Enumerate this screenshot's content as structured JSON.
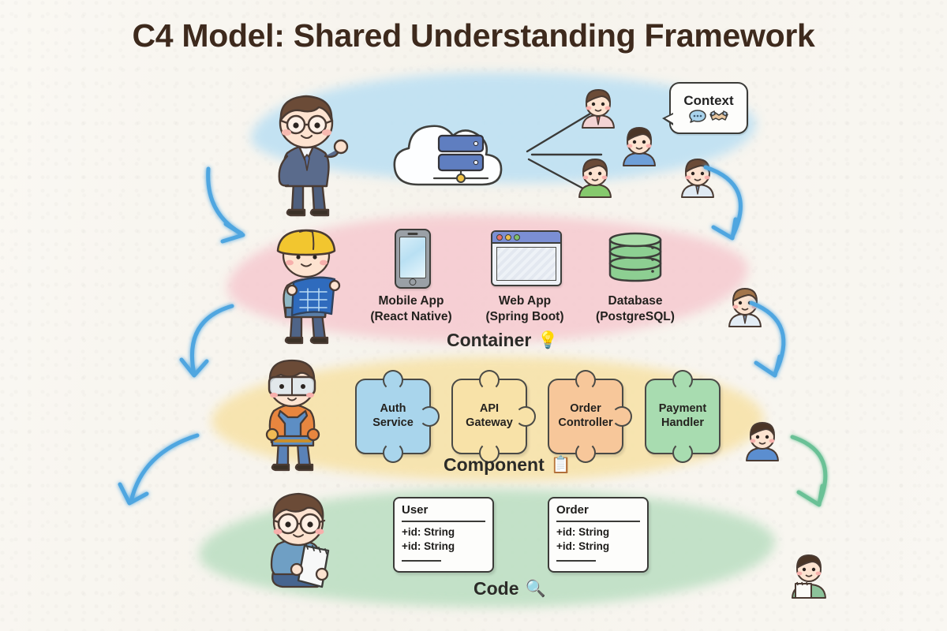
{
  "page": {
    "title": "C4 Model: Shared Understanding Framework",
    "background_color": "#f8f6f1",
    "title_color": "#3e2a1d"
  },
  "layers": [
    {
      "id": "context",
      "caption": "Context",
      "caption_emoji": "",
      "band_color": "#bfe1f3",
      "character": "businessman-suit-glasses",
      "bubble": {
        "label": "Context",
        "icons": [
          "speech-bubble-icon",
          "handshake-icon"
        ]
      },
      "nodes": [
        {
          "name": "cloud-system-icon",
          "label": ""
        }
      ],
      "users": [
        "user-avatar-red-tie",
        "user-avatar-blue-shirt",
        "user-avatar-green-shirt"
      ]
    },
    {
      "id": "container",
      "caption": "Container",
      "caption_emoji": "💡",
      "band_color": "#f6cdd2",
      "character": "architect-hardhat-blueprint",
      "nodes": [
        {
          "icon": "mobile-phone-icon",
          "label": "Mobile App",
          "sublabel": "(React Native)"
        },
        {
          "icon": "browser-window-icon",
          "label": "Web App",
          "sublabel": "(Spring Boot)"
        },
        {
          "icon": "database-cylinder-icon",
          "label": "Database",
          "sublabel": "(PostgreSQL)"
        }
      ]
    },
    {
      "id": "component",
      "caption": "Component",
      "caption_emoji": "📋",
      "band_color": "#f7e3ab",
      "character": "engineer-goggles-overalls",
      "nodes": [
        {
          "line1": "Auth",
          "line2": "Service",
          "color": "#a9d5ec"
        },
        {
          "line1": "API",
          "line2": "Gateway",
          "color": "#f8e2a8"
        },
        {
          "line1": "Order",
          "line2": "Controller",
          "color": "#f7c79a"
        },
        {
          "line1": "Payment",
          "line2": "Handler",
          "color": "#a8dcb0"
        }
      ]
    },
    {
      "id": "code",
      "caption": "Code",
      "caption_emoji": "🔍",
      "band_color": "#bfe0c5",
      "character": "developer-glasses-notepad",
      "nodes": [
        {
          "title": "User",
          "attributes": [
            "+id: String",
            "+id: String"
          ]
        },
        {
          "title": "Order",
          "attributes": [
            "+id: String",
            "+id: String"
          ]
        }
      ]
    }
  ],
  "flow_arrows": {
    "left": [
      {
        "from": "context",
        "to": "container",
        "color": "#4fa6e0"
      },
      {
        "from": "container",
        "to": "component",
        "color": "#4fa6e0"
      },
      {
        "from": "component",
        "to": "code",
        "color": "#4fa6e0"
      }
    ],
    "right": [
      {
        "from": "context",
        "to": "container",
        "color": "#4fa6e0"
      },
      {
        "from": "container",
        "to": "component",
        "color": "#4fa6e0"
      },
      {
        "from": "component",
        "to": "code",
        "color": "#6bc196"
      }
    ]
  },
  "side_avatars": [
    {
      "position": "right-context",
      "type": "user-avatar-tie"
    },
    {
      "position": "right-container",
      "type": "user-avatar-tie"
    },
    {
      "position": "right-component",
      "type": "user-avatar-blue"
    },
    {
      "position": "right-code",
      "type": "user-avatar-clipboard"
    }
  ]
}
